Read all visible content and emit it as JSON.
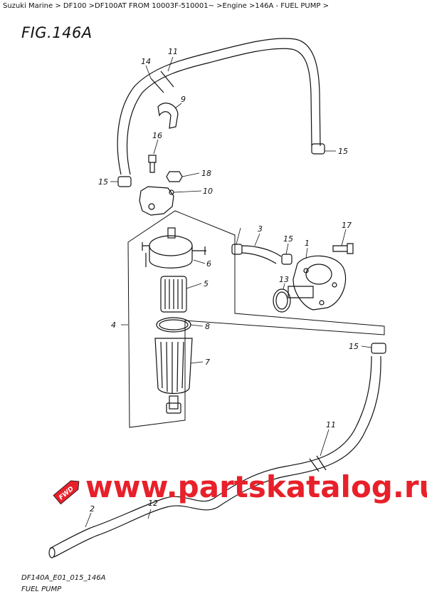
{
  "breadcrumb": "Suzuki Marine > DF100 >DF100AT FROM 10003F-510001~ >Engine >146A - FUEL PUMP >",
  "figure": {
    "title": "FIG.146A",
    "code": "DF140A_E01_015_146A",
    "name": "FUEL PUMP"
  },
  "watermark": {
    "text": "www.partskatalog.ru",
    "color": "#e8202a"
  },
  "fwd_badge": "FWD",
  "callouts": [
    "14",
    "11",
    "9",
    "16",
    "15",
    "18",
    "10",
    "15",
    "3",
    "15",
    "17",
    "1",
    "6",
    "13",
    "5",
    "4",
    "8",
    "7",
    "15",
    "11",
    "2",
    "12"
  ]
}
